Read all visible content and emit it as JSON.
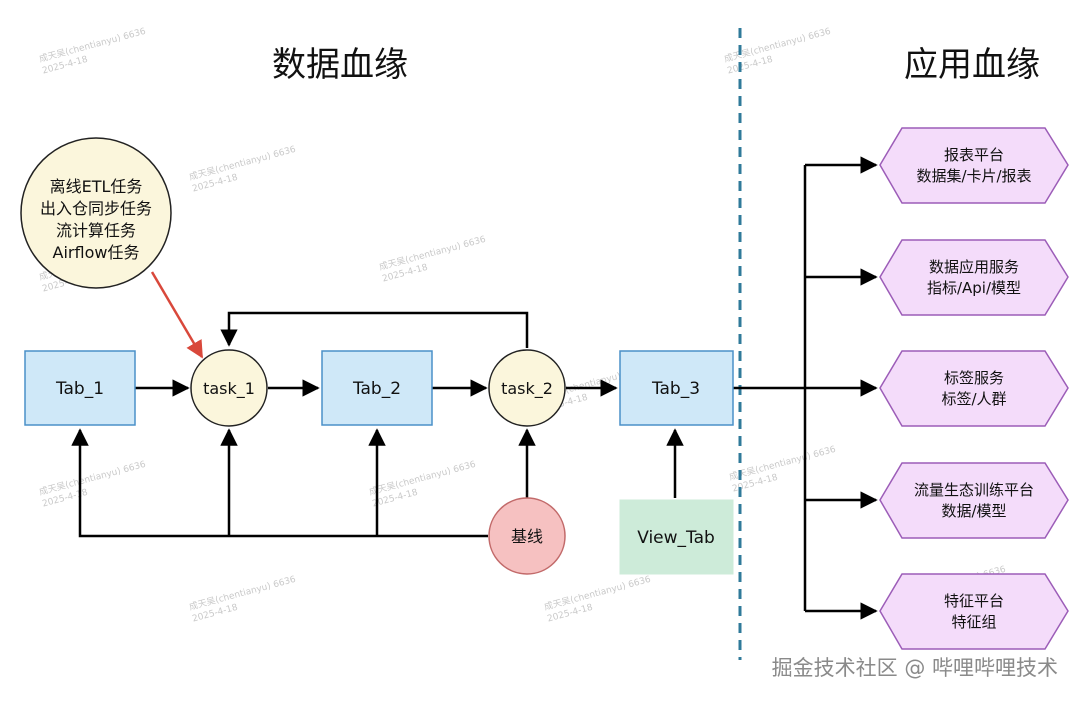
{
  "colors": {
    "table_fill": "#cfe8f8",
    "table_stroke": "#4a90c8",
    "task_fill": "#fbf6dc",
    "baseline_fill": "#f6c1c1",
    "view_fill": "#cdebd9",
    "app_fill": "#f4dcfa",
    "app_stroke": "#9c5db8",
    "divider": "#2f7a9a",
    "callout_arrow": "#d9483b"
  },
  "headings": {
    "data_lineage": "数据血缘",
    "app_lineage": "应用血缘"
  },
  "callout": {
    "lines": [
      "离线ETL任务",
      "出入仓同步任务",
      "流计算任务",
      "Airflow任务"
    ]
  },
  "nodes": {
    "tab1": "Tab_1",
    "task1": "task_1",
    "tab2": "Tab_2",
    "task2": "task_2",
    "tab3": "Tab_3",
    "baseline": "基线",
    "view_tab": "View_Tab"
  },
  "apps": [
    {
      "line1": "报表平台",
      "line2": "数据集/卡片/报表"
    },
    {
      "line1": "数据应用服务",
      "line2": "指标/Api/模型"
    },
    {
      "line1": "标签服务",
      "line2": "标签/人群"
    },
    {
      "line1": "流量生态训练平台",
      "line2": "数据/模型"
    },
    {
      "line1": "特征平台",
      "line2": "特征组"
    }
  ],
  "watermarks": {
    "line1": "成天吴(chentianyu) 6636",
    "line2": "2025-4-18"
  },
  "footer": {
    "brand": "掘金技术社区 @ 哔哩哔哩技术"
  }
}
